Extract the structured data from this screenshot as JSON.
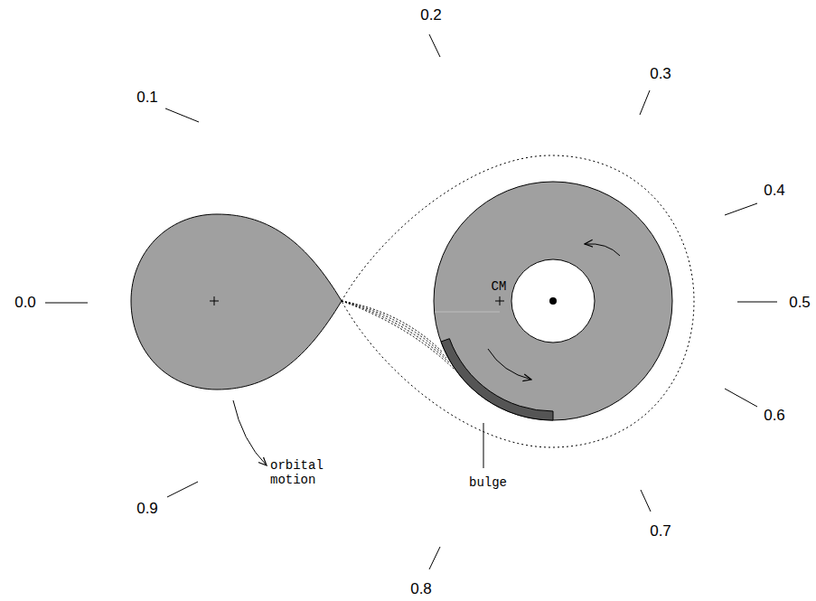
{
  "diagram": {
    "labels": [
      "0.0",
      "0.1",
      "0.2",
      "0.3",
      "0.4",
      "0.5",
      "0.6",
      "0.7",
      "0.8",
      "0.9",
      "CM",
      "bulge",
      "orbital motion"
    ]
  }
}
